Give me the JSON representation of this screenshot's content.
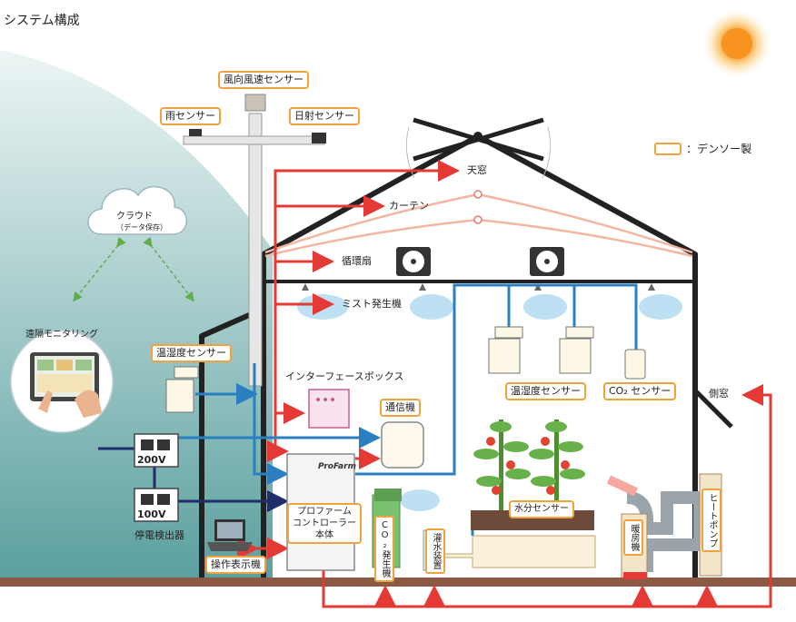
{
  "title": "システム構成",
  "legend": {
    "label": "：デンソー製",
    "swatch_color": "#f0a23c"
  },
  "colors": {
    "signal": "#e53935",
    "data": "#2a7fc1",
    "frame": "#222222",
    "curtain": "#f3b7a1",
    "ground": "#8a5a44",
    "sun": "#f7931e"
  },
  "labels": {
    "wind_sensor": "風向風速センサー",
    "rain_sensor": "雨センサー",
    "solar_sensor": "日射センサー",
    "roof_window": "天窓",
    "curtain": "カーテン",
    "circulation_fan": "循環扇",
    "mist": "ミスト発生機",
    "cloud_title": "クラウド",
    "cloud_sub": "（データ保存）",
    "remote": "遠隔モニタリング",
    "temp_humidity_left": "温湿度センサー",
    "interface_box": "インターフェースボックス",
    "comm": "通信機",
    "temp_humidity_right": "温湿度センサー",
    "co2_sensor": "CO₂ センサー",
    "side_window": "側窓",
    "controller": "プロファーム\nコントローラー\n本体",
    "brand_logo": "ProFarm",
    "co2_generator": "CO₂発生機",
    "irrigation": "灌水装置",
    "moisture_sensor": "水分センサー",
    "heater": "暖房機",
    "heat_pump": "ヒートポンプ",
    "power_200": "200V",
    "power_100": "100V",
    "outage_detector": "停電検出器",
    "operation_display": "操作表示機"
  }
}
